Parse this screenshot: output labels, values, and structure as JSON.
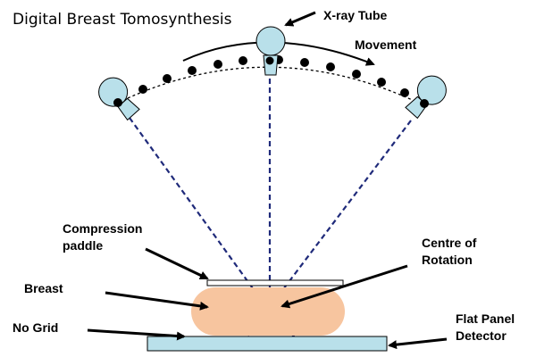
{
  "title": "Digital Breast Tomosynthesis",
  "labels": {
    "xray_tube": "X-ray Tube",
    "movement": "Movement",
    "compression_paddle_line1": "Compression",
    "compression_paddle_line2": "paddle",
    "centre_line1": "Centre of",
    "centre_line2": "Rotation",
    "breast": "Breast",
    "no_grid": "No Grid",
    "detector_line1": "Flat Panel",
    "detector_line2": "Detector"
  },
  "colors": {
    "tube": "#b9e0ea",
    "beam": "#1f2a7a",
    "breast": "#f7c59f",
    "detector": "#b9e0ea",
    "outline": "#000000"
  },
  "icons": {
    "tube": "xray-tube-icon",
    "arrow": "pointer-arrow-icon"
  }
}
